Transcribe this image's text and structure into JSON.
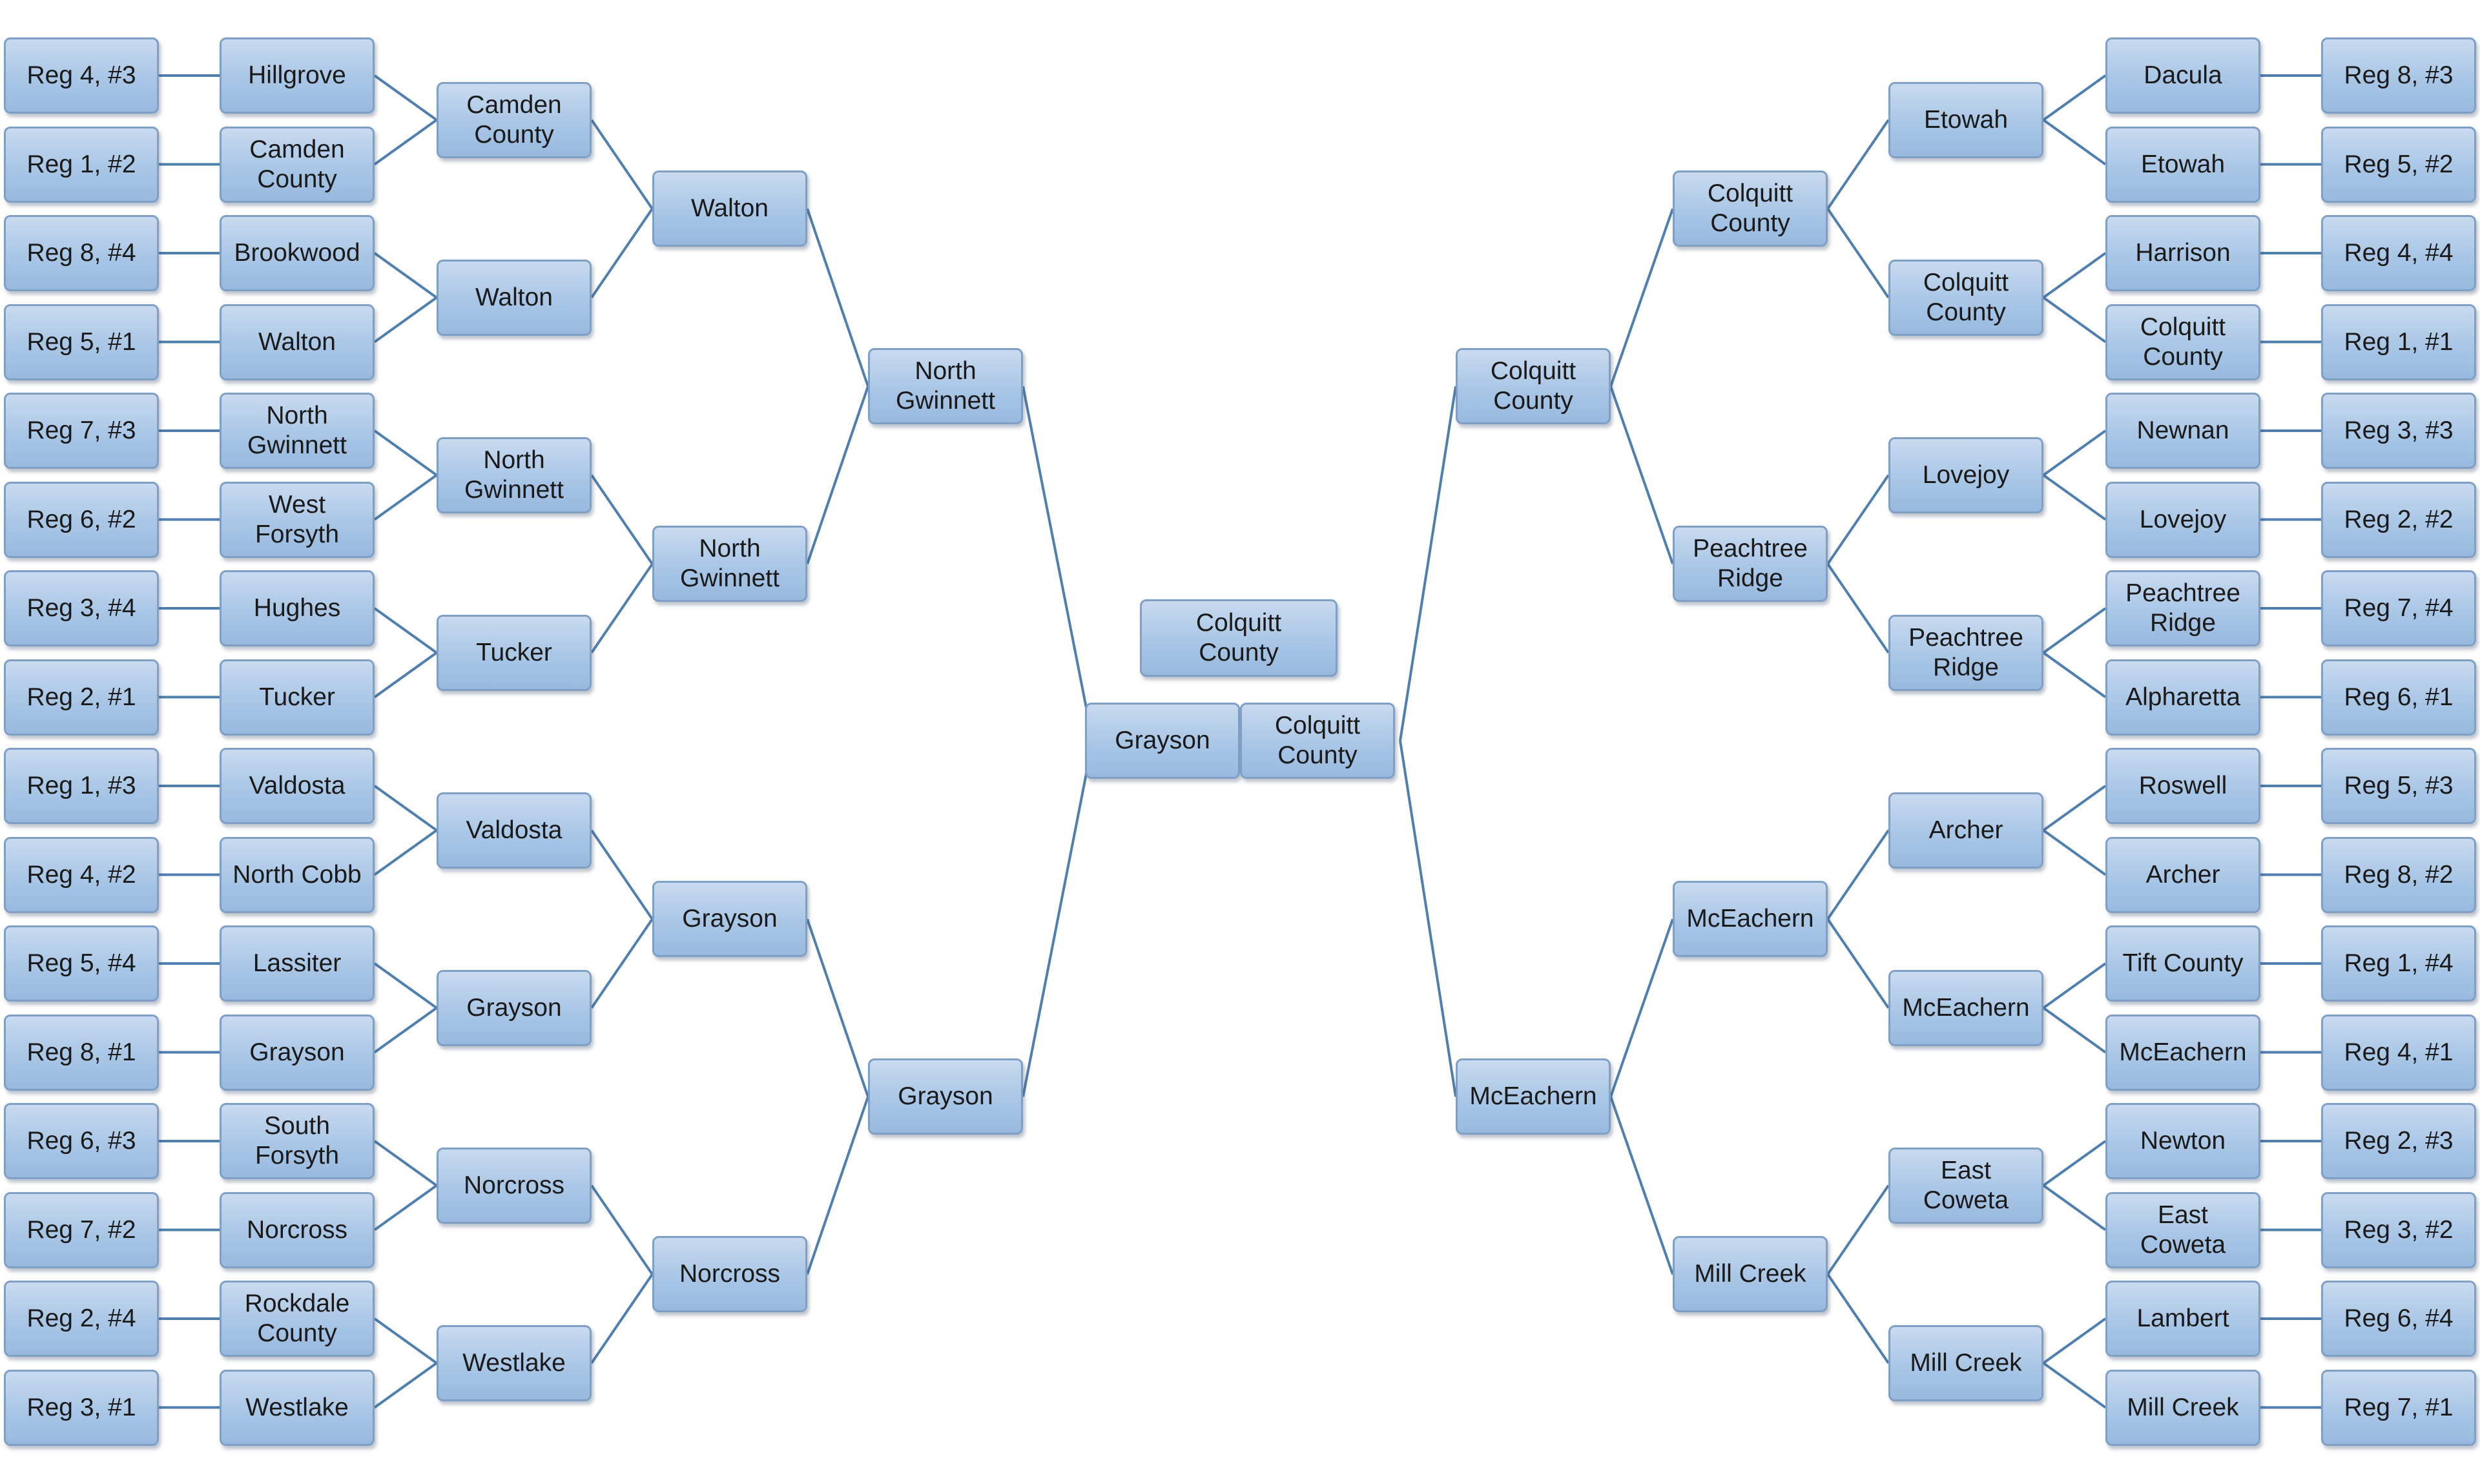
{
  "champion": "Colquitt\nCounty",
  "final": {
    "left": "Grayson",
    "right": "Colquitt\nCounty"
  },
  "colors": {
    "box_fill": "#a9c6e6",
    "box_border": "#7f9fc4",
    "connector": "#4f7faf"
  },
  "left_bracket": {
    "seeds": [
      "Reg 4, #3",
      "Reg 1, #2",
      "Reg 8, #4",
      "Reg 5, #1",
      "Reg 7, #3",
      "Reg 6, #2",
      "Reg 3, #4",
      "Reg 2, #1",
      "Reg 1, #3",
      "Reg 4, #2",
      "Reg 5, #4",
      "Reg 8, #1",
      "Reg 6, #3",
      "Reg 7, #2",
      "Reg 2, #4",
      "Reg 3, #1"
    ],
    "round_of_32": [
      "Hillgrove",
      "Camden\nCounty",
      "Brookwood",
      "Walton",
      "North\nGwinnett",
      "West\nForsyth",
      "Hughes",
      "Tucker",
      "Valdosta",
      "North Cobb",
      "Lassiter",
      "Grayson",
      "South\nForsyth",
      "Norcross",
      "Rockdale\nCounty",
      "Westlake"
    ],
    "round_of_16": [
      "Camden\nCounty",
      "Walton",
      "North\nGwinnett",
      "Tucker",
      "Valdosta",
      "Grayson",
      "Norcross",
      "Westlake"
    ],
    "quarterfinals": [
      "Walton",
      "North\nGwinnett",
      "Grayson",
      "Norcross"
    ],
    "semifinals": [
      "North\nGwinnett",
      "Grayson"
    ]
  },
  "right_bracket": {
    "seeds": [
      "Reg 8, #3",
      "Reg 5, #2",
      "Reg 4, #4",
      "Reg 1, #1",
      "Reg 3, #3",
      "Reg 2, #2",
      "Reg 7, #4",
      "Reg 6, #1",
      "Reg 5, #3",
      "Reg 8, #2",
      "Reg 1, #4",
      "Reg 4, #1",
      "Reg 2, #3",
      "Reg 3, #2",
      "Reg 6, #4",
      "Reg 7, #1"
    ],
    "round_of_32": [
      "Dacula",
      "Etowah",
      "Harrison",
      "Colquitt\nCounty",
      "Newnan",
      "Lovejoy",
      "Peachtree\nRidge",
      "Alpharetta",
      "Roswell",
      "Archer",
      "Tift County",
      "McEachern",
      "Newton",
      "East Coweta",
      "Lambert",
      "Mill Creek"
    ],
    "round_of_16": [
      "Etowah",
      "Colquitt\nCounty",
      "Lovejoy",
      "Peachtree\nRidge",
      "Archer",
      "McEachern",
      "East Coweta",
      "Mill Creek"
    ],
    "quarterfinals": [
      "Colquitt\nCounty",
      "Peachtree\nRidge",
      "McEachern",
      "Mill Creek"
    ],
    "semifinals": [
      "Colquitt\nCounty",
      "McEachern"
    ]
  }
}
